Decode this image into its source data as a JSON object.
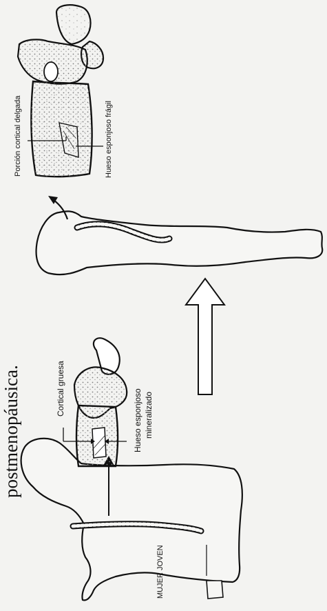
{
  "caption_fragment": "postmenopáusica.",
  "young": {
    "label": "MUJER JOVEN",
    "cortical": "Cortical gruesa",
    "trabecular_line1": "Hueso esponjoso",
    "trabecular_line2": "mineralizado"
  },
  "old": {
    "cortical": "Porción cortical delgada",
    "trabecular": "Hueso esponjoso frágil"
  },
  "colors": {
    "ink": "#111111",
    "paper": "#f3f3f1",
    "speckle": "#8a8a8a"
  }
}
